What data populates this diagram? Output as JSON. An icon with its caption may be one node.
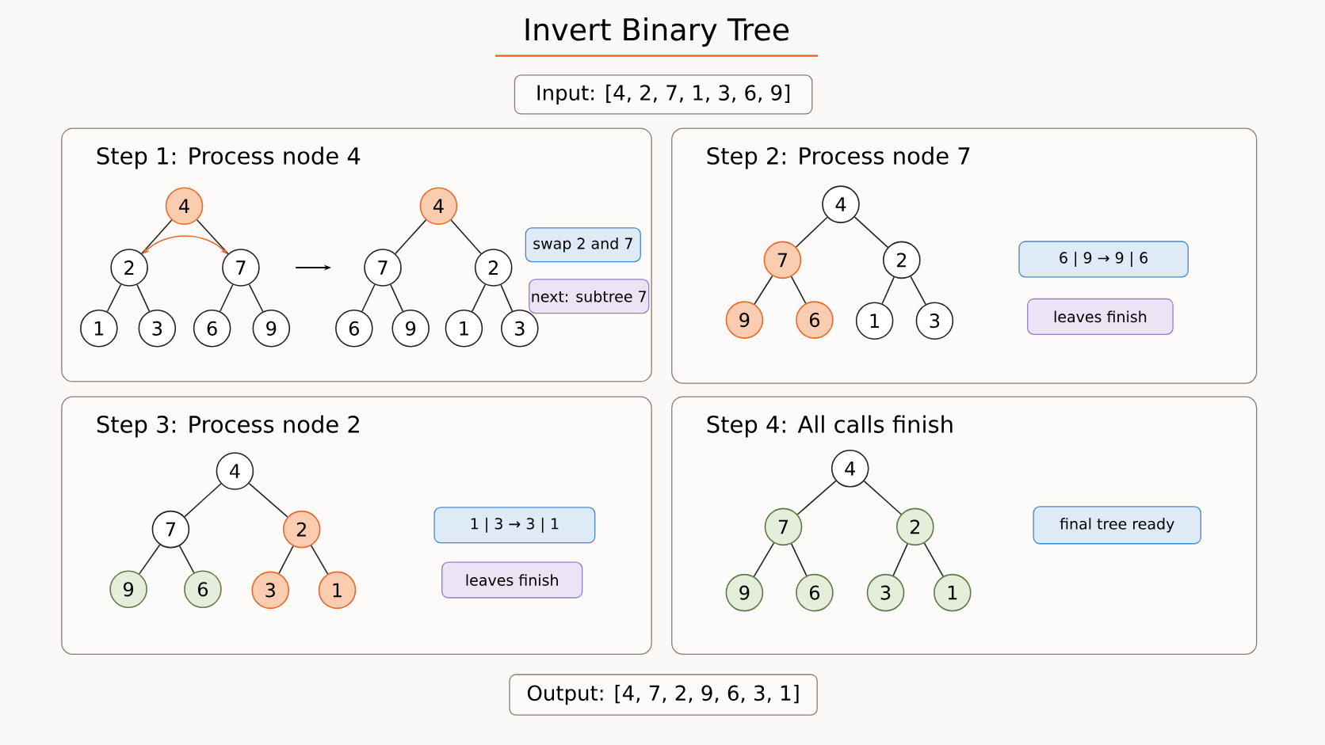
{
  "diagram": {
    "title": "Invert Binary Tree",
    "nodes": [
      {
        "text": [
          "Input: [4, 2, 7, 1, 3, 6, 9]"
        ]
      },
      {
        "text": [
          "Step 1: Process node 4"
        ]
      },
      {
        "text": [
          "4"
        ],
        "in": 1
      },
      {
        "text": [
          "2"
        ],
        "in": 1
      },
      {
        "text": [
          "7"
        ],
        "in": 1
      },
      {
        "text": [
          "1"
        ],
        "in": 1
      },
      {
        "text": [
          "3"
        ],
        "in": 1
      },
      {
        "text": [
          "6"
        ],
        "in": 1
      },
      {
        "text": [
          "9"
        ],
        "in": 1
      },
      {
        "text": [
          "4"
        ],
        "in": 1
      },
      {
        "text": [
          "7"
        ],
        "in": 1
      },
      {
        "text": [
          "2"
        ],
        "in": 1
      },
      {
        "text": [
          "6"
        ],
        "in": 1
      },
      {
        "text": [
          "9"
        ],
        "in": 1
      },
      {
        "text": [
          "1"
        ],
        "in": 1
      },
      {
        "text": [
          "3"
        ],
        "in": 1
      },
      {
        "text": [
          "swap 2 and 7"
        ],
        "in": 1
      },
      {
        "text": [
          "next: subtree 7"
        ],
        "in": 1
      },
      {
        "text": [
          "Step 2: Process node 7"
        ]
      },
      {
        "text": [
          "4"
        ],
        "in": 18
      },
      {
        "text": [
          "7"
        ],
        "in": 18
      },
      {
        "text": [
          "2"
        ],
        "in": 18
      },
      {
        "text": [
          "9"
        ],
        "in": 18
      },
      {
        "text": [
          "6"
        ],
        "in": 18
      },
      {
        "text": [
          "1"
        ],
        "in": 18
      },
      {
        "text": [
          "3"
        ],
        "in": 18
      },
      {
        "text": [
          "6 | 9 → 9 | 6"
        ],
        "in": 18
      },
      {
        "text": [
          "leaves finish"
        ],
        "in": 18
      },
      {
        "text": [
          "Step 3: Process node 2"
        ]
      },
      {
        "text": [
          "4"
        ],
        "in": 28
      },
      {
        "text": [
          "7"
        ],
        "in": 28
      },
      {
        "text": [
          "2"
        ],
        "in": 28
      },
      {
        "text": [
          "9"
        ],
        "in": 28
      },
      {
        "text": [
          "6"
        ],
        "in": 28
      },
      {
        "text": [
          "3"
        ],
        "in": 28
      },
      {
        "text": [
          "1"
        ],
        "in": 28
      },
      {
        "text": [
          "1 | 3 → 3 | 1"
        ],
        "in": 28
      },
      {
        "text": [
          "leaves finish"
        ],
        "in": 28
      },
      {
        "text": [
          "Step 4: All calls finish"
        ]
      },
      {
        "text": [
          "4"
        ],
        "in": 38
      },
      {
        "text": [
          "7"
        ],
        "in": 38
      },
      {
        "text": [
          "2"
        ],
        "in": 38
      },
      {
        "text": [
          "9"
        ],
        "in": 38
      },
      {
        "text": [
          "6"
        ],
        "in": 38
      },
      {
        "text": [
          "3"
        ],
        "in": 38
      },
      {
        "text": [
          "1"
        ],
        "in": 38
      },
      {
        "text": [
          "final tree ready"
        ],
        "in": 38
      },
      {
        "text": [
          "Output: [4, 7, 2, 9, 6, 3, 1]"
        ]
      }
    ],
    "edges": [
      {
        "from": 2,
        "to": 3,
        "arrow": "none"
      },
      {
        "from": 2,
        "to": 4,
        "arrow": "none"
      },
      {
        "from": 3,
        "to": 5,
        "arrow": "none"
      },
      {
        "from": 3,
        "to": 6,
        "arrow": "none"
      },
      {
        "from": 4,
        "to": 7,
        "arrow": "none"
      },
      {
        "from": 4,
        "to": 8,
        "arrow": "none"
      },
      {
        "from": 3,
        "to": 4,
        "arrow": "both",
        "color": "#e8692e"
      },
      {
        "from": 9,
        "to": 10,
        "arrow": "none"
      },
      {
        "from": 9,
        "to": 11,
        "arrow": "none"
      },
      {
        "from": 10,
        "to": 12,
        "arrow": "none"
      },
      {
        "from": 10,
        "to": 13,
        "arrow": "none"
      },
      {
        "from": 11,
        "to": 14,
        "arrow": "none"
      },
      {
        "from": 11,
        "to": 15,
        "arrow": "none"
      },
      {
        "from": 19,
        "to": 20,
        "arrow": "none"
      },
      {
        "from": 19,
        "to": 21,
        "arrow": "none"
      },
      {
        "from": 20,
        "to": 22,
        "arrow": "none"
      },
      {
        "from": 20,
        "to": 23,
        "arrow": "none"
      },
      {
        "from": 21,
        "to": 24,
        "arrow": "none"
      },
      {
        "from": 21,
        "to": 25,
        "arrow": "none"
      },
      {
        "from": 29,
        "to": 30,
        "arrow": "none"
      },
      {
        "from": 29,
        "to": 31,
        "arrow": "none"
      },
      {
        "from": 30,
        "to": 32,
        "arrow": "none"
      },
      {
        "from": 30,
        "to": 33,
        "arrow": "none"
      },
      {
        "from": 31,
        "to": 34,
        "arrow": "none"
      },
      {
        "from": 31,
        "to": 35,
        "arrow": "none"
      },
      {
        "from": 39,
        "to": 40,
        "arrow": "none"
      },
      {
        "from": 39,
        "to": 41,
        "arrow": "none"
      },
      {
        "from": 40,
        "to": 42,
        "arrow": "none"
      },
      {
        "from": 40,
        "to": 43,
        "arrow": "none"
      },
      {
        "from": 41,
        "to": 44,
        "arrow": "none"
      },
      {
        "from": 41,
        "to": 45,
        "arrow": "none"
      }
    ]
  }
}
